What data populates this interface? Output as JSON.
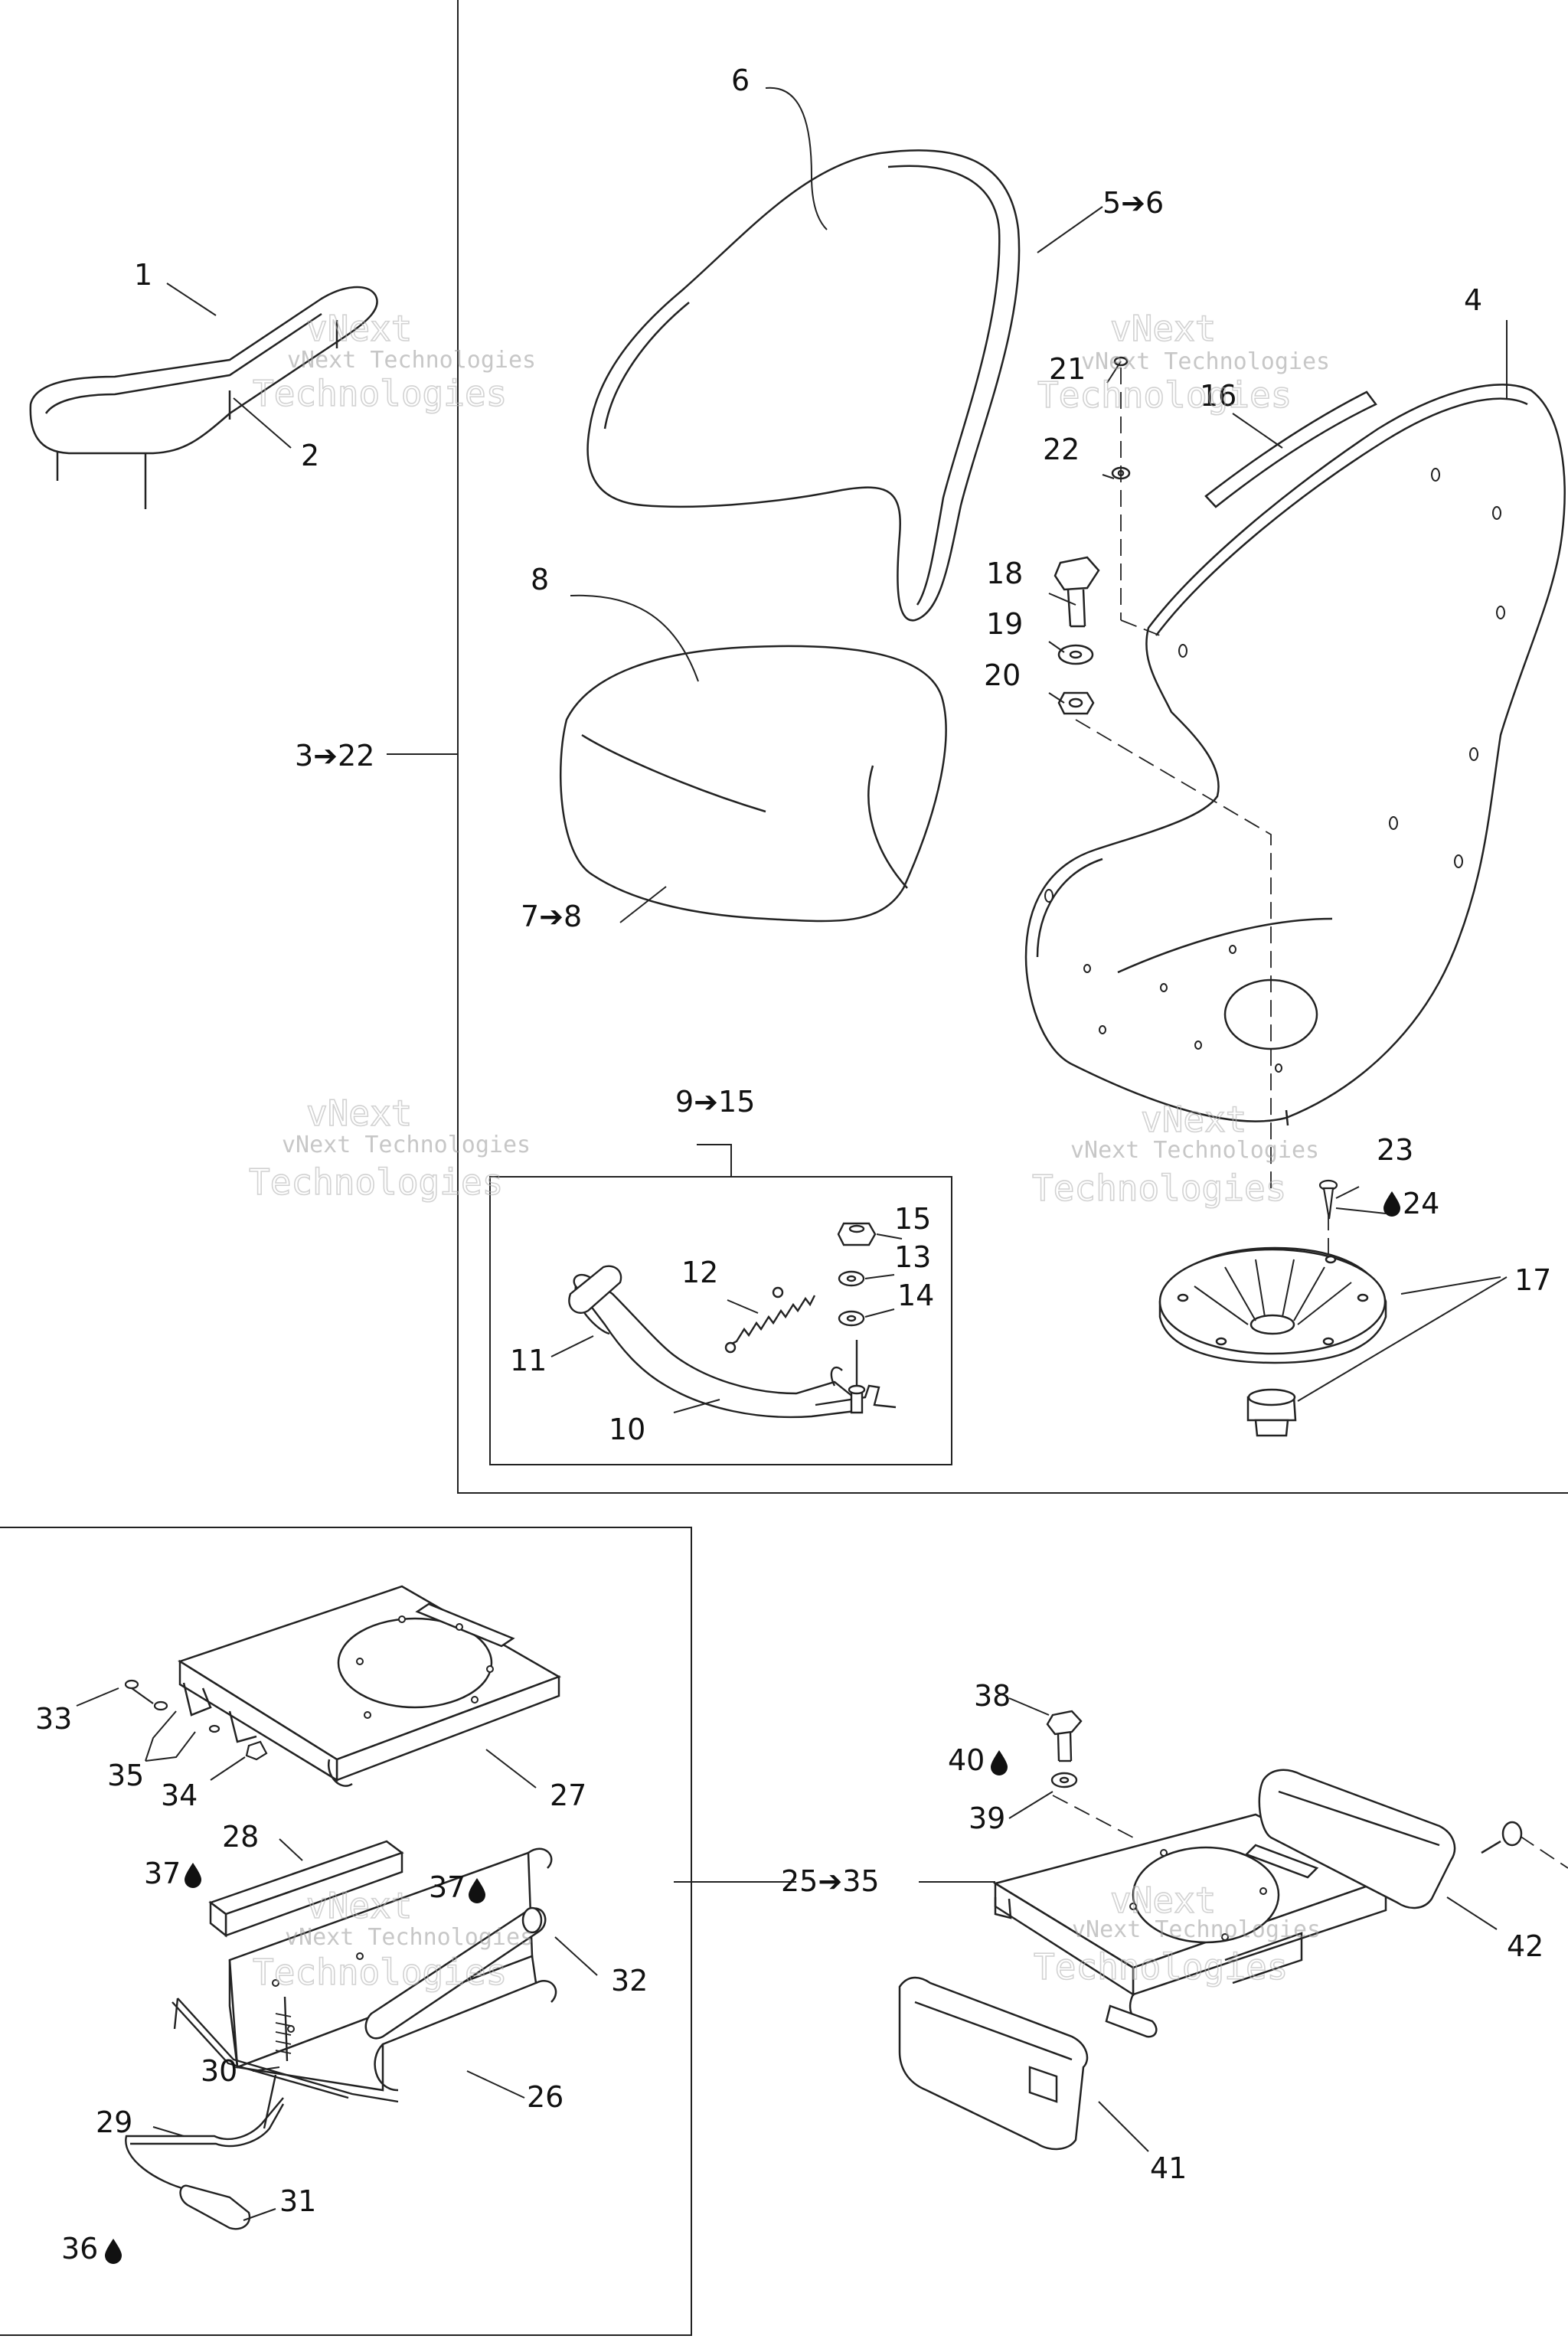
{
  "labels": {
    "l1": "1",
    "l2": "2",
    "l3": "3➔22",
    "l4": "4",
    "l5": "5➔6",
    "l6": "6",
    "l7": "7➔8",
    "l8": "8",
    "l9": "9➔15",
    "l10": "10",
    "l11": "11",
    "l12": "12",
    "l13": "13",
    "l14": "14",
    "l15": "15",
    "l16": "16",
    "l17": "17",
    "l18": "18",
    "l19": "19",
    "l20": "20",
    "l21": "21",
    "l22": "22",
    "l23": "23",
    "l24": "24",
    "l25": "25➔35",
    "l26": "26",
    "l27": "27",
    "l28": "28",
    "l29": "29",
    "l30": "30",
    "l31": "31",
    "l32": "32",
    "l33": "33",
    "l34": "34",
    "l35": "35",
    "l36": "36",
    "l37a": "37",
    "l37b": "37",
    "l38": "38",
    "l39": "39",
    "l40": "40",
    "l41": "41",
    "l42": "42"
  },
  "watermark": {
    "line1": "vNext",
    "line2": "vNext Technologies",
    "line3": "Technologies"
  },
  "icons": {
    "lubricant": "oil-drop-icon"
  }
}
